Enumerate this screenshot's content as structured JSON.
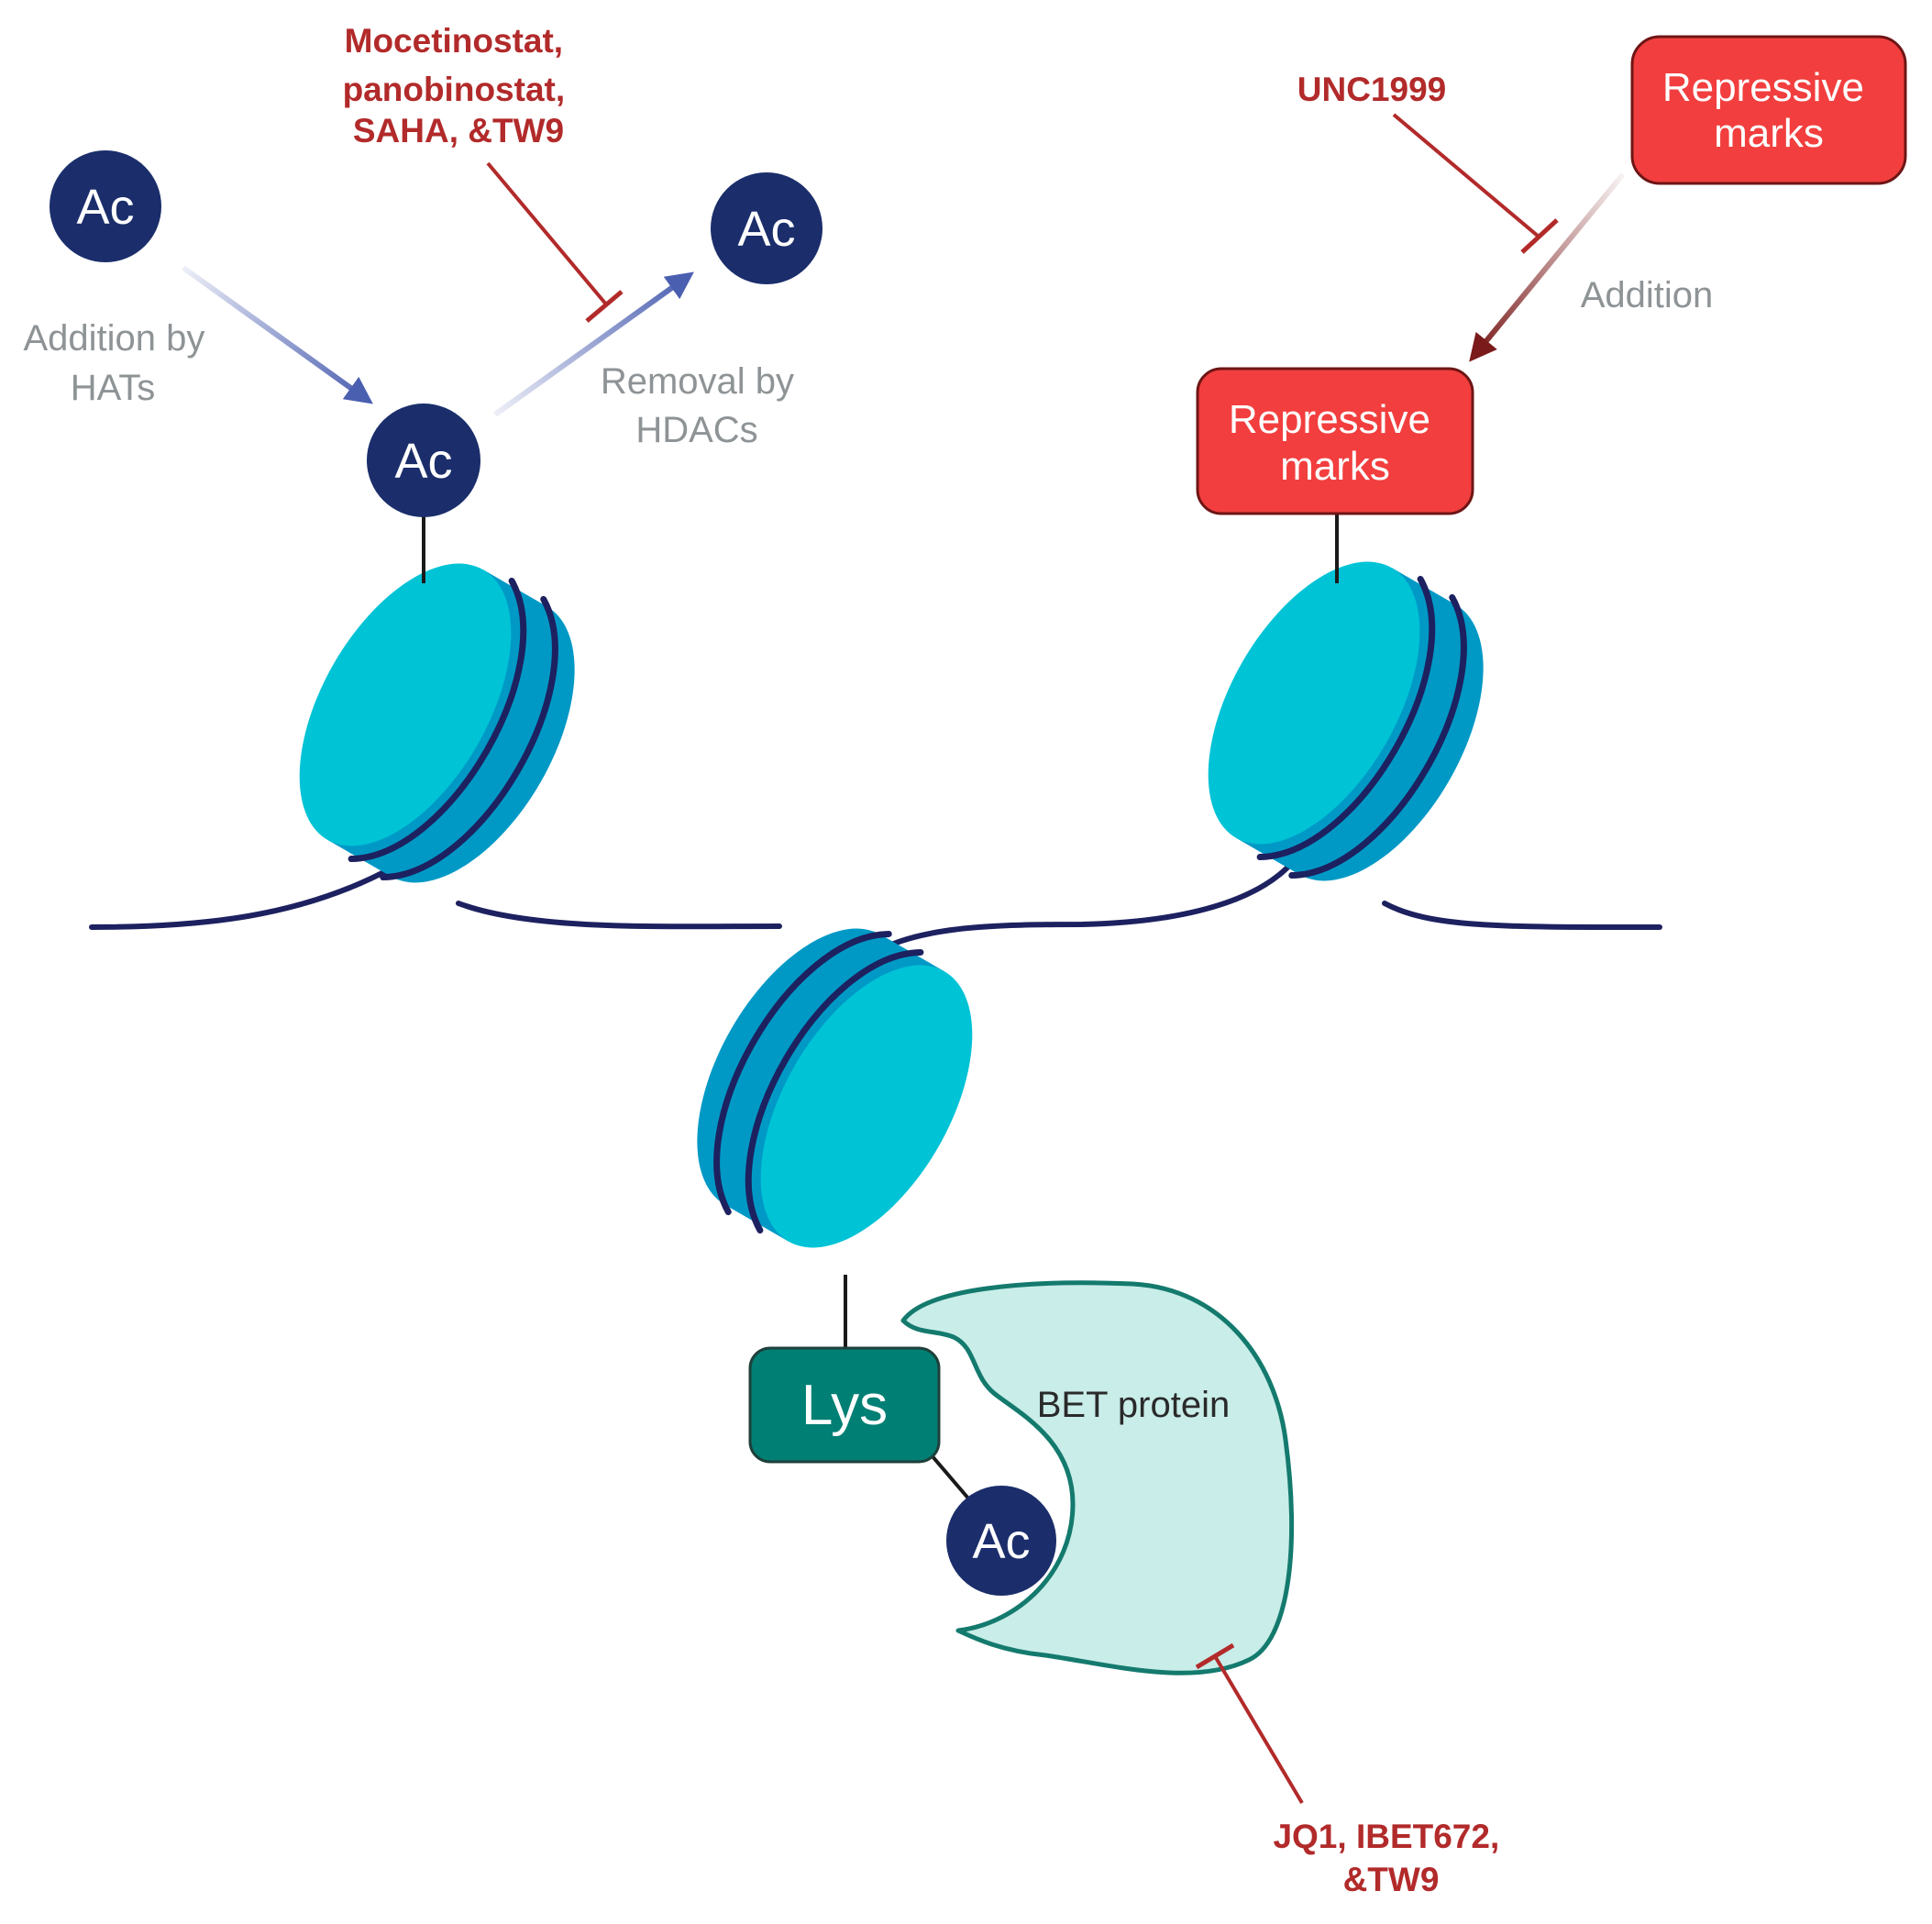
{
  "acetyl_label": "Ac",
  "labels": {
    "addition_by_hats": [
      "Addition by",
      "HATs"
    ],
    "removal_by_hdacs": [
      "Removal by",
      "HDACs"
    ],
    "addition": "Addition",
    "repressive_marks": [
      "Repressive",
      "marks"
    ],
    "lys": "Lys",
    "bet_protein": "BET protein"
  },
  "inhibitors": {
    "hdac": [
      "Mocetinostat,",
      "panobinostat,",
      "SAHA, &TW9"
    ],
    "ezh2": "UNC1999",
    "bet": [
      "JQ1, IBET672,",
      "&TW9"
    ]
  },
  "colors": {
    "acetyl": "#1b2e6b",
    "dna": "#1d2160",
    "nucleosome_light": "#00c3d6",
    "nucleosome_dark": "#0099c6",
    "repressive": "#f23e3e",
    "lys": "#007f74",
    "bet_fill": "#c9ede8",
    "bet_outline": "#147a6e",
    "inhibitor": "#b22a2a",
    "hat_arrow": "#4b5fb0",
    "repressive_arrow": "#7a1a1a"
  }
}
